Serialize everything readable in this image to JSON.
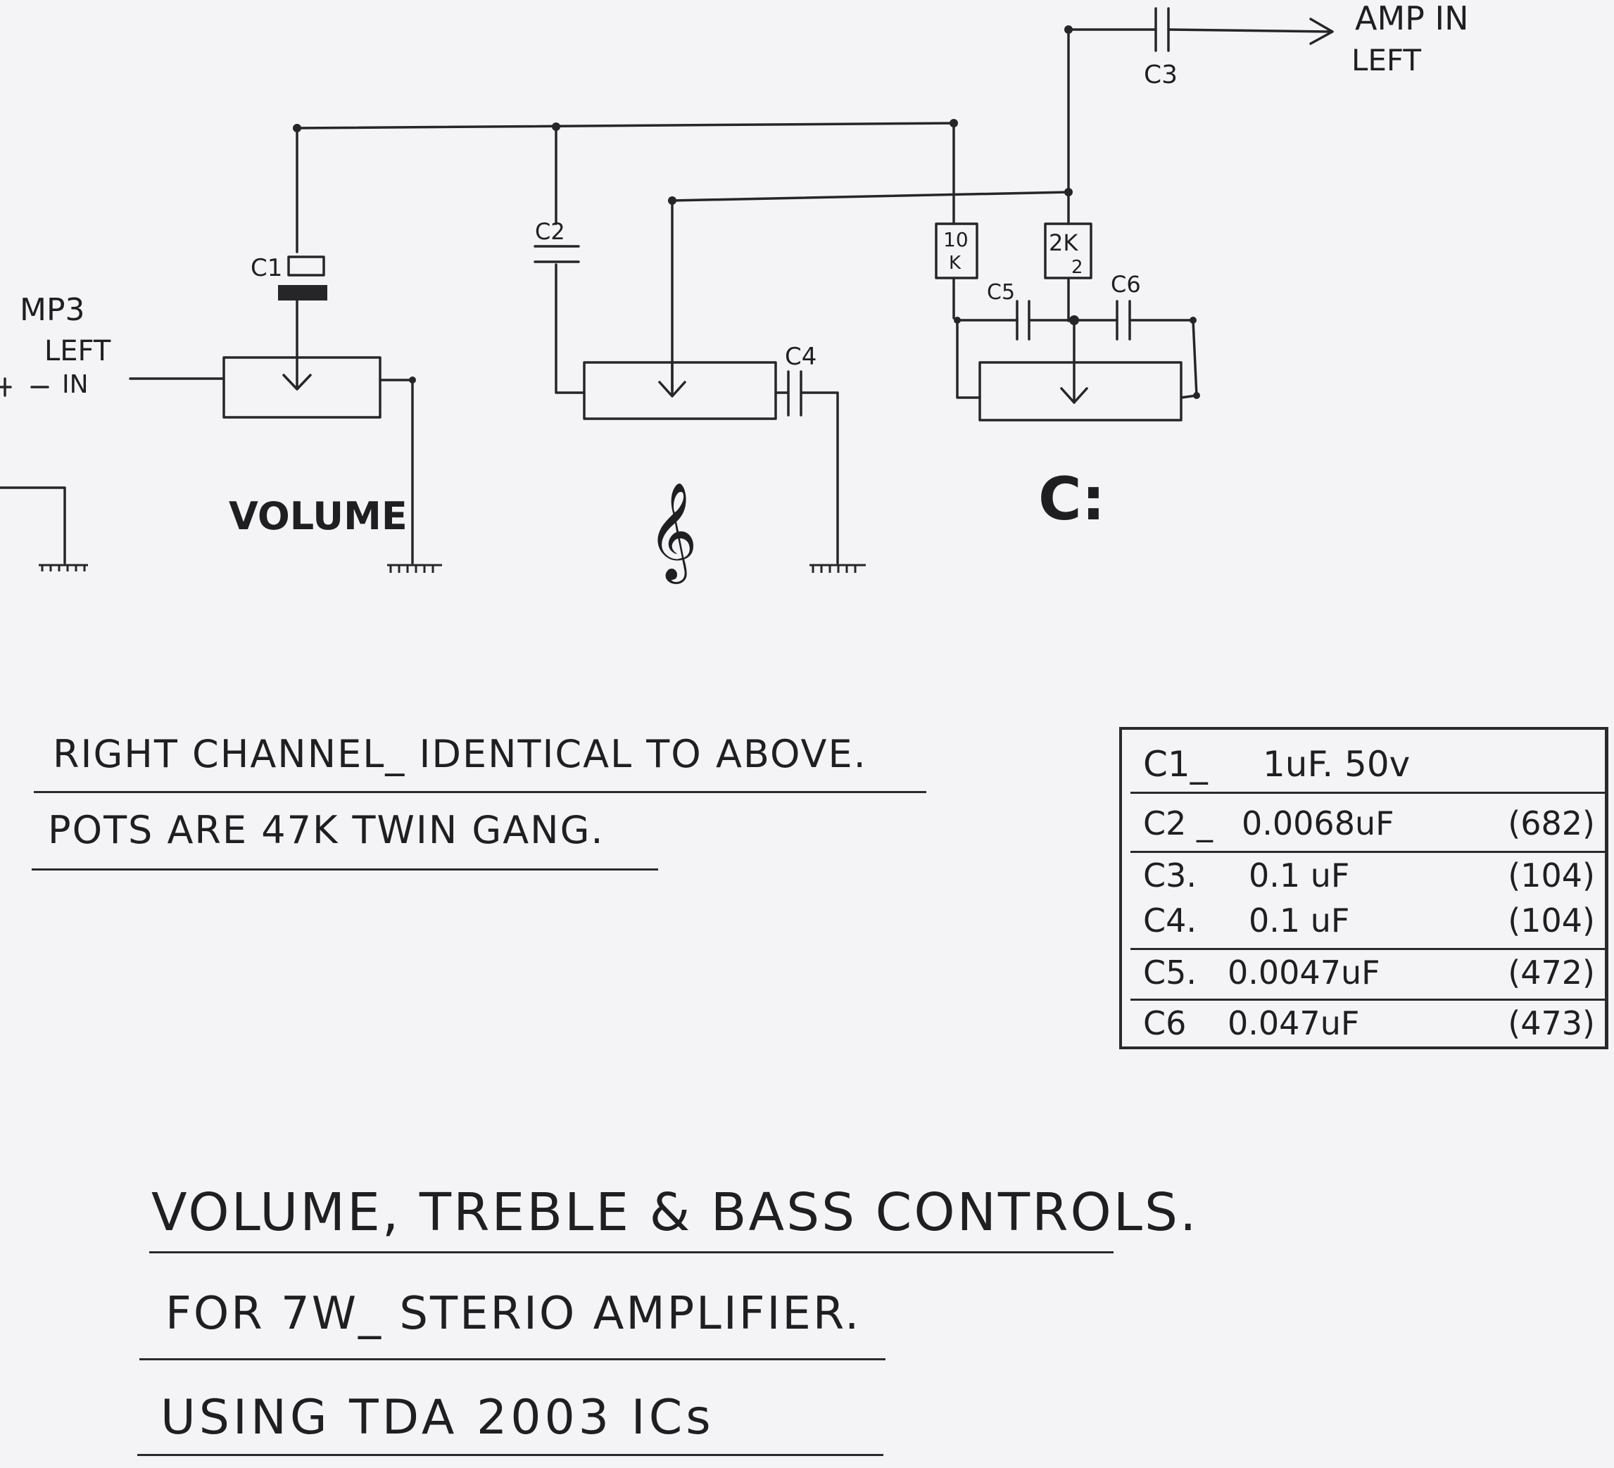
{
  "labels": {
    "mp3_1": "MP3",
    "mp3_2": "LEFT",
    "mp3_3": "IN",
    "amp_1": "AMP IN",
    "amp_2": "LEFT",
    "c1": "C1",
    "c2": "C2",
    "c3": "C3",
    "c4": "C4",
    "c5": "C5",
    "c6": "C6",
    "r1_top": "10",
    "r1_bot": "K",
    "r2_top": "2K",
    "r2_bot": "2",
    "volume": "VOLUME",
    "treble_symbol": "𝄞",
    "bass_symbol": "C:"
  },
  "notes": {
    "line1": "RIGHT CHANNEL_ IDENTICAL TO ABOVE.",
    "line2": "POTS ARE 47K TWIN GANG."
  },
  "title": {
    "line1": "VOLUME, TREBLE & BASS CONTROLS.",
    "line2": "FOR 7W_ STERIO AMPLIFIER.",
    "line3": "USING TDA 2003 ICs"
  },
  "parts": [
    {
      "name": "C1_",
      "value": "1uF. 50v",
      "code": ""
    },
    {
      "name": "C2 _",
      "value": "0.0068uF",
      "code": "(682)"
    },
    {
      "name": "C3.",
      "value": "0.1 uF",
      "code": "(104)"
    },
    {
      "name": "C4.",
      "value": "0.1 uF",
      "code": "(104)"
    },
    {
      "name": "C5.",
      "value": "0.0047uF",
      "code": "(472)"
    },
    {
      "name": "C6",
      "value": "0.047uF",
      "code": "(473)"
    }
  ]
}
